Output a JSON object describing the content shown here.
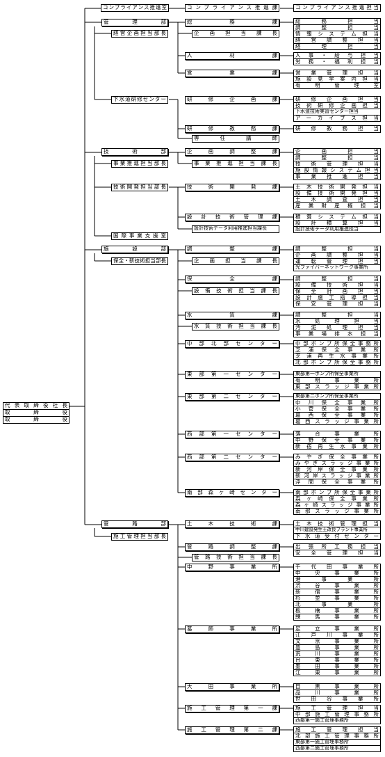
{
  "root": [
    "代表取締役社長",
    "取締役",
    "取締役"
  ],
  "compliance": {
    "dept": "コンプライアンス推進室",
    "section": "コンプライアンス推進課",
    "units": [
      "コンプライアンス推進担当"
    ]
  },
  "general": {
    "dept": "管理部",
    "director": "経営企画担当部長",
    "sections": [
      {
        "name": "総務課",
        "units": [
          "総務担当",
          "調整担当",
          "情報システム担当",
          "経営調整担当",
          "経理担当"
        ]
      },
      {
        "name": "企画担当課長",
        "units": []
      },
      {
        "name": "人材課",
        "units": [
          "人事・給与担当",
          "労務・福利担当"
        ]
      },
      {
        "name": "営業課",
        "units": [
          "営業管理担当",
          "施設見学案内担当",
          "有明管理室"
        ]
      }
    ]
  },
  "training": {
    "dept": "下水道研修センター",
    "sections": [
      {
        "name": "研修企画課",
        "units": [
          "研修企画担当",
          "技術研修企画担当",
          "下水道技術実習センター担当",
          "アーカイブス担当"
        ]
      },
      {
        "name": "研修教務課",
        "units": [
          "研修教務担当"
        ]
      },
      {
        "name": "専任講師",
        "units": []
      }
    ]
  },
  "tech": {
    "dept": "技術部",
    "director1": "事業推進担当部長",
    "director2": "技術開発担当部長",
    "intl": "国際事業支援室",
    "sections": [
      {
        "name": "企画調整課",
        "units": [
          "企画担当",
          "調整担当",
          "技術管理担当",
          "施設情報システム担当"
        ]
      },
      {
        "name": "事業推進担当課長",
        "units": [
          "事業推進担当"
        ]
      },
      {
        "name": "技術開発課",
        "units": [
          "土木技術開発担当",
          "設備技術開発担当",
          "土木調査担当",
          "産業財産権担当"
        ]
      },
      {
        "name": "設計技術管理課",
        "units": [
          "積算システム担当",
          "設計積算担当"
        ]
      },
      {
        "name": "設計技術データ利用推進担当課長",
        "units": [
          "設計技術データ利用推進担当"
        ]
      }
    ]
  },
  "facility": {
    "dept": "施設部",
    "director": "保全・新技術担当部長",
    "sections": [
      {
        "name": "調整課",
        "units": [
          "調整担当",
          "企画調整担当",
          "運転管理担当",
          "光ファイバーネットワーク事業所"
        ]
      },
      {
        "name": "企画担当課長",
        "units": []
      },
      {
        "name": "保全課",
        "units": [
          "調整担当",
          "設備技術担当",
          "保全計画担当",
          "設計施工指導担当",
          "保安管理担当"
        ]
      },
      {
        "name": "設備技術担当課長",
        "units": []
      },
      {
        "name": "水質課",
        "units": [
          "調整担当",
          "水処理担当",
          "汚泥処理担当",
          "事業場排水担当"
        ]
      },
      {
        "name": "水質技術担当課長",
        "units": []
      },
      {
        "name": "中部北部センター",
        "units": [
          "中部ポンプ所保全事務所",
          "芝浦保全事業所",
          "芝浦再生水事業所",
          "北部ポンプ所保全事務所"
        ]
      },
      {
        "name": "東部第一センター",
        "units": [
          "東部第一ポンプ所保全事業所",
          "有明事業所",
          "東部スラッジ事業所"
        ]
      },
      {
        "name": "東部第二センター",
        "units": [
          "東部第二ポンプ所保全事業所",
          "中川保全事業所",
          "小菅保全事業所",
          "葛西保全事業所",
          "葛西スラッジ事業所"
        ]
      },
      {
        "name": "西部第一センター",
        "units": [
          "落合事業所",
          "中野保全事業所",
          "新宿再生水事業所"
        ]
      },
      {
        "name": "西部第二センター",
        "units": [
          "みやぎ保全事業所",
          "みやぎスラッジ事業所",
          "新河岸保全事業所",
          "新河岸スラッジ事業所",
          "浮間保全事業所"
        ]
      },
      {
        "name": "南部森ヶ崎センター",
        "units": [
          "南部ポンプ所保全事業所",
          "森ヶ崎保全事業所",
          "森ヶ崎スラッジ事業所",
          "南部スラッジ事業所"
        ]
      }
    ]
  },
  "pipe": {
    "dept": "管路部",
    "director": "施工管理担当部長",
    "sections": [
      {
        "name": "土木技術課",
        "units": [
          "土木技術管理担当",
          "中川建設発生土改良プラント事業所",
          "下水道受付センター"
        ]
      },
      {
        "name": "管路調整課",
        "units": [
          "出張所工務担当",
          "安全管理担当"
        ]
      },
      {
        "name": "管路技術担当課長",
        "units": []
      },
      {
        "name": "中野事業所",
        "units": [
          "千代田事業所",
          "中央事業所",
          "港事業所",
          "渋谷事業所",
          "新宿事業所",
          "杉並事業所",
          "北事業所",
          "板橋事業所",
          "練馬事業所"
        ]
      },
      {
        "name": "葛飾事業所",
        "units": [
          "足立事業所",
          "江戸川事業所",
          "文京事業所",
          "豊島事業所",
          "荒川事業所",
          "台東事業所",
          "墨田事業所",
          "江東事業所"
        ]
      },
      {
        "name": "大田事業所",
        "units": [
          "目黒事業所",
          "品川事業所",
          "世田谷事業所"
        ]
      },
      {
        "name": "施工管理第一課",
        "units": [
          "施工管理担当",
          "中部施工管理事務所",
          "西部第一施工管理事務所"
        ]
      },
      {
        "name": "施工管理第二課",
        "units": [
          "施工管理担当",
          "北部施工管理事務所",
          "東部第一施工管理事務所",
          "西部第二施工管理事務所"
        ]
      }
    ]
  }
}
